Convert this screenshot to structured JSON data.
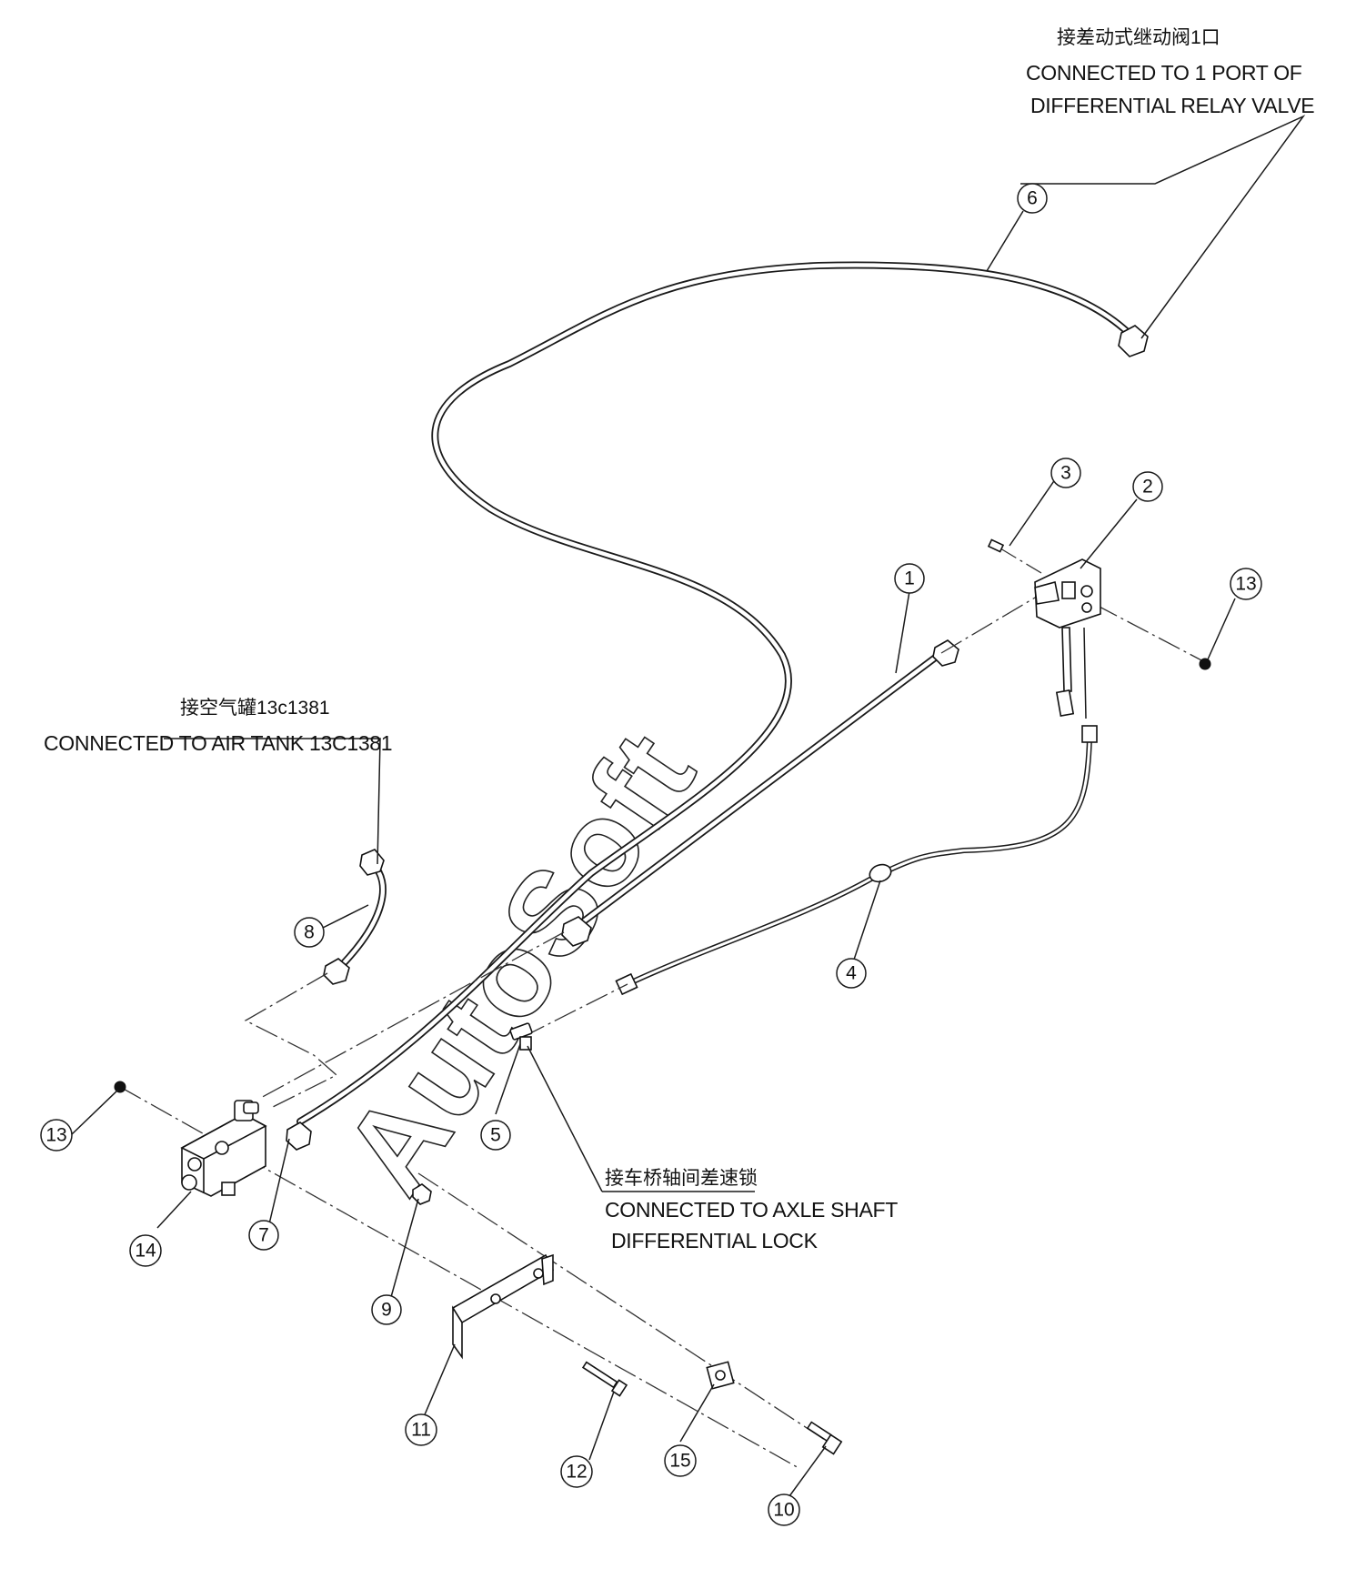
{
  "diagram": {
    "watermark": "AutoSoft",
    "notes": {
      "relay_valve": {
        "cn": "接差动式继动阀1口",
        "en_line1": "CONNECTED TO 1 PORT OF",
        "en_line2": "DIFFERENTIAL RELAY VALVE"
      },
      "air_tank": {
        "cn": "接空气罐13c1381",
        "en": "CONNECTED TO AIR TANK 13C1381"
      },
      "axle_lock": {
        "cn": "接车桥轴间差速锁",
        "en_line1": "CONNECTED TO AXLE SHAFT",
        "en_line2": "DIFFERENTIAL LOCK"
      }
    },
    "callouts": [
      {
        "id": "c1",
        "label": "1"
      },
      {
        "id": "c2",
        "label": "2"
      },
      {
        "id": "c3",
        "label": "3"
      },
      {
        "id": "c4",
        "label": "4"
      },
      {
        "id": "c5",
        "label": "5"
      },
      {
        "id": "c6",
        "label": "6"
      },
      {
        "id": "c7",
        "label": "7"
      },
      {
        "id": "c8",
        "label": "8"
      },
      {
        "id": "c9",
        "label": "9"
      },
      {
        "id": "c10",
        "label": "10"
      },
      {
        "id": "c11",
        "label": "11"
      },
      {
        "id": "c12",
        "label": "12"
      },
      {
        "id": "c13a",
        "label": "13"
      },
      {
        "id": "c13b",
        "label": "13"
      },
      {
        "id": "c14",
        "label": "14"
      },
      {
        "id": "c15",
        "label": "15"
      }
    ]
  }
}
